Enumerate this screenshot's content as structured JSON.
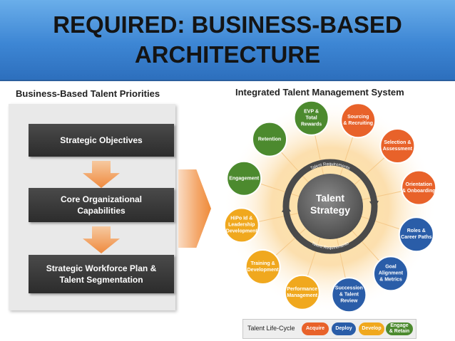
{
  "header": {
    "title_line1": "REQUIRED: BUSINESS-BASED",
    "title_line2": "ARCHITECTURE"
  },
  "left_panel": {
    "heading": "Business-Based Talent Priorities",
    "boxes": [
      {
        "line1": "Strategic Objectives",
        "line2": ""
      },
      {
        "line1": "Core Organizational",
        "line2": "Capabilities"
      },
      {
        "line1": "Strategic Workforce Plan &",
        "line2": "Talent Segmentation"
      }
    ]
  },
  "right_panel": {
    "heading": "Integrated Talent  Management System",
    "core": {
      "title_line1": "Talent",
      "title_line2": "Strategy",
      "ring_text_top": "Talent Requirements",
      "ring_text_bottom": "Talent Requirements"
    },
    "nodes": [
      {
        "label": "Sourcing\n& Recruiting",
        "color": "#e8622a"
      },
      {
        "label": "Selection &\nAssessment",
        "color": "#e8622a"
      },
      {
        "label": "Orientation\n& Onboarding",
        "color": "#e8622a"
      },
      {
        "label": "Roles &\nCareer Paths",
        "color": "#2a5da8"
      },
      {
        "label": "Goal\nAlignment\n& Metrics",
        "color": "#2a5da8"
      },
      {
        "label": "Succession\n& Talent\nReview",
        "color": "#2a5da8"
      },
      {
        "label": "Performance\nManagement",
        "color": "#f0a81e"
      },
      {
        "label": "Training &\nDevelopment",
        "color": "#f0a81e"
      },
      {
        "label": "HiPo Id &\nLeadership\nDevelopment",
        "color": "#f0a81e"
      },
      {
        "label": "Engagement",
        "color": "#4c8a2e"
      },
      {
        "label": "Retention",
        "color": "#4c8a2e"
      },
      {
        "label": "EVP &\nTotal\nRewards",
        "color": "#4c8a2e"
      }
    ],
    "colors": {
      "acquire": "#e8622a",
      "deploy": "#2a5da8",
      "develop": "#f0a81e",
      "engage": "#4c8a2e",
      "core": "#6d6d6d"
    }
  },
  "lifecycle": {
    "label": "Talent Life-Cycle",
    "stages": [
      {
        "label": "Acquire",
        "color": "#e8622a"
      },
      {
        "label": "Deploy",
        "color": "#2a5da8"
      },
      {
        "label": "Develop",
        "color": "#f0a81e"
      },
      {
        "label": "Engage\n& Retain",
        "color": "#4c8a2e"
      }
    ]
  }
}
